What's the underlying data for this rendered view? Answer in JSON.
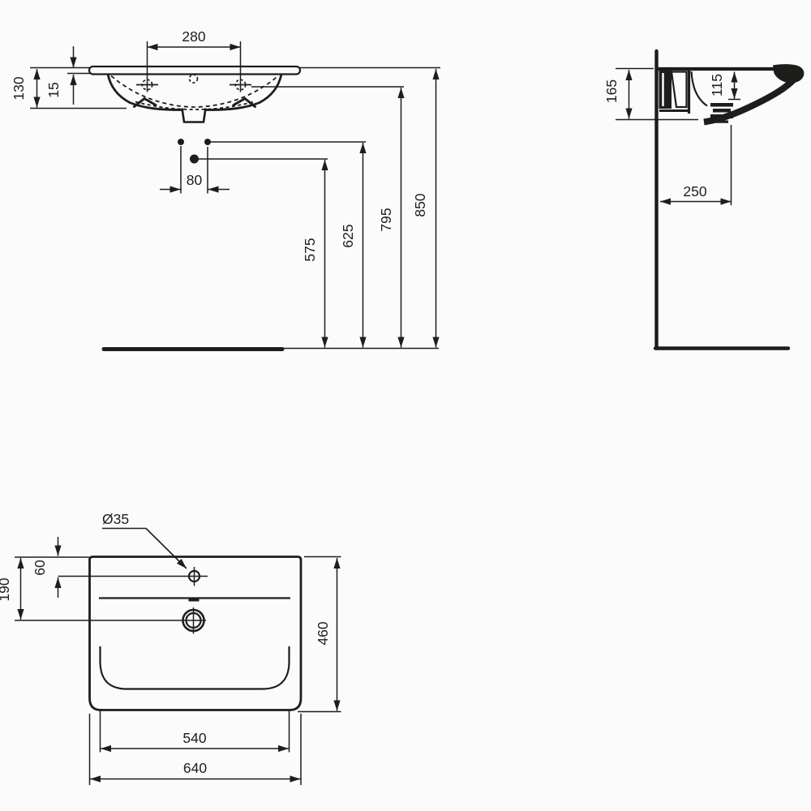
{
  "drawing": {
    "type": "washbasin-technical-drawing",
    "colors": {
      "line": "#1d1d1b",
      "background": "#fbfbfb"
    },
    "views": {
      "front": {
        "title": "front-elevation",
        "labels": {
          "tap_hole_spacing": "280",
          "basin_height": "130",
          "rim_thickness": "15",
          "outlet_spacing": "80",
          "height_575": "575",
          "height_625": "625",
          "height_795": "795",
          "height_850": "850"
        }
      },
      "side": {
        "title": "side-section",
        "labels": {
          "front_height": "165",
          "bowl_depth": "115",
          "drain_wall_distance": "250"
        }
      },
      "top": {
        "title": "plan-view",
        "labels": {
          "tap_hole_diameter": "Ø35",
          "tap_hole_offset": "60",
          "drain_offset": "190",
          "overall_depth": "460",
          "bowl_width": "540",
          "overall_width": "640"
        }
      }
    }
  }
}
